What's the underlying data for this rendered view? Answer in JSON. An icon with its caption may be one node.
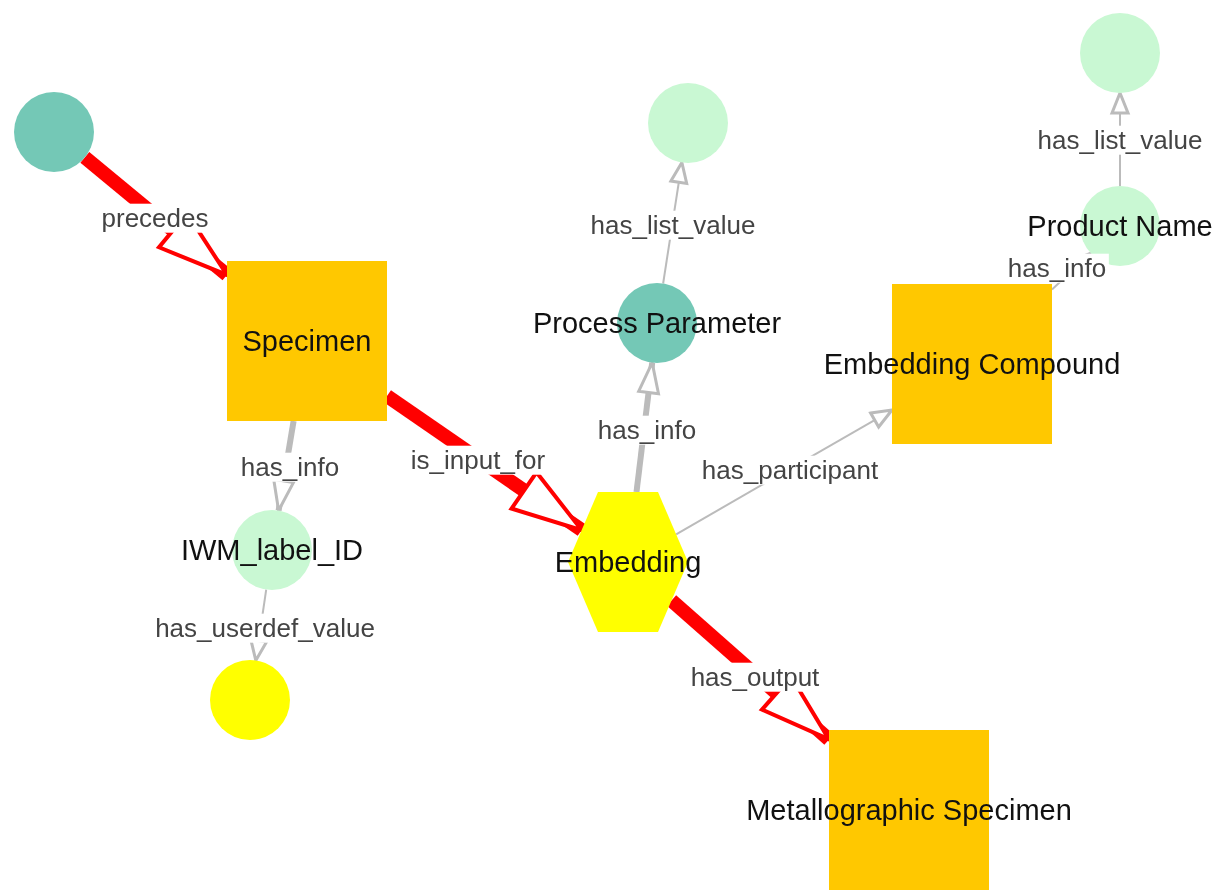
{
  "diagram": {
    "nodes": [
      {
        "text": [],
        "shape": "circle"
      },
      {
        "text": [
          "Specimen"
        ]
      },
      {
        "text": [
          "IWM_label_ID"
        ]
      },
      {
        "text": [],
        "shape": "circle"
      },
      {
        "text": [
          "Embedding"
        ]
      },
      {
        "text": [
          "Process Parameter"
        ]
      },
      {
        "text": [],
        "shape": "circle"
      },
      {
        "text": [
          "Embedding Compound"
        ]
      },
      {
        "text": [
          "Product Name"
        ]
      },
      {
        "text": [],
        "shape": "circle"
      },
      {
        "text": [
          "Metallographic Specimen"
        ]
      }
    ],
    "edges": [
      {
        "from": 0,
        "to": 1,
        "arrow": "to",
        "label": "precedes",
        "style": "thick",
        "color": "#ff0000"
      },
      {
        "from": 1,
        "to": 4,
        "arrow": "to",
        "label": "is_input_for",
        "style": "thick",
        "color": "#ff0000"
      },
      {
        "from": 1,
        "to": 2,
        "arrow": "to",
        "label": "has_info",
        "style": "thick"
      },
      {
        "from": 2,
        "to": 3,
        "arrow": "to",
        "label": "has_userdef_value"
      },
      {
        "from": 4,
        "to": 5,
        "arrow": "to",
        "label": "has_info",
        "style": "thick"
      },
      {
        "from": 5,
        "to": 6,
        "arrow": "to",
        "label": "has_list_value"
      },
      {
        "from": 4,
        "to": 7,
        "arrow": "to",
        "label": "has_participant"
      },
      {
        "from": 7,
        "to": 8,
        "arrow": "to",
        "label": "has_info"
      },
      {
        "from": 8,
        "to": 9,
        "arrow": "to",
        "label": "has_list_value"
      },
      {
        "from": 4,
        "to": 10,
        "arrow": "to",
        "label": "has_output",
        "style": "thick",
        "color": "#ff0000"
      }
    ]
  }
}
